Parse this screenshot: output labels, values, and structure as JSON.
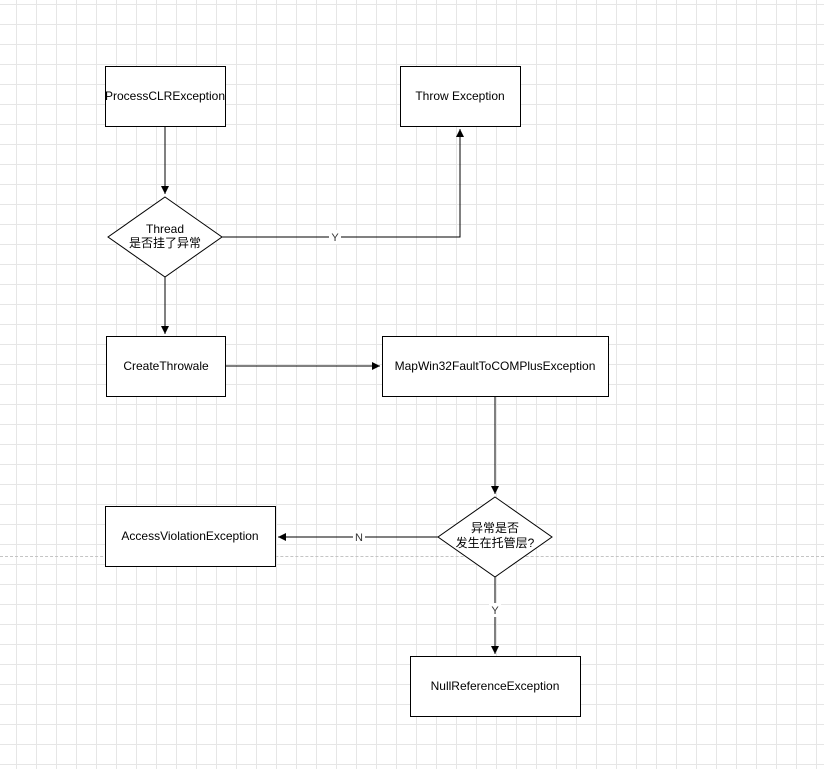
{
  "diagram": {
    "nodes": {
      "process_clr_exception": {
        "label": "ProcessCLRException"
      },
      "throw_exception": {
        "label": "Throw Exception"
      },
      "decision_thread": {
        "lines": [
          "Thread",
          "是否挂了异常"
        ]
      },
      "create_throwable": {
        "label": "CreateThrowale"
      },
      "map_win32": {
        "label": "MapWin32FaultToCOMPlusException"
      },
      "decision_managed": {
        "lines": [
          "异常是否",
          "发生在托管层?"
        ]
      },
      "access_violation": {
        "label": "AccessViolationException"
      },
      "null_reference": {
        "label": "NullReferenceException"
      }
    },
    "edges": {
      "thread_to_throw": {
        "label": "Y"
      },
      "managed_to_access": {
        "label": "N"
      },
      "managed_to_null": {
        "label": "Y"
      }
    }
  }
}
